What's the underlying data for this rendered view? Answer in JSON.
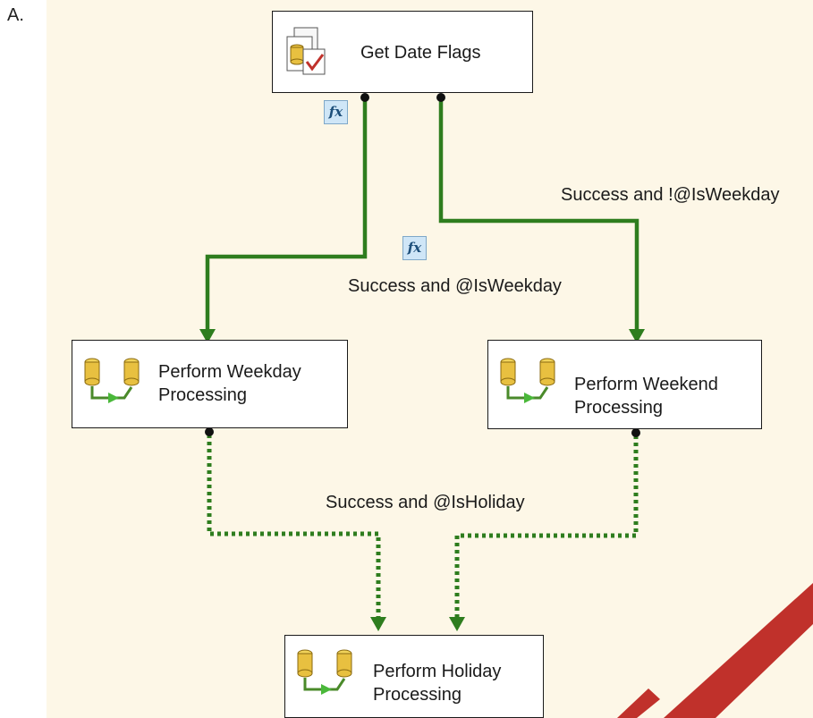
{
  "corner_label": "A.",
  "colors": {
    "canvas": "#fdf7e7",
    "connector": "#2e7d1e",
    "task_border": "#1a1a1a",
    "watermark": "#c0312b"
  },
  "tasks": {
    "get_date_flags": {
      "label": "Get Date Flags",
      "icon": "script-task-icon"
    },
    "weekday": {
      "label": "Perform Weekday\nProcessing",
      "icon": "data-flow-task-icon"
    },
    "weekend": {
      "label": "Perform Weekend\nProcessing",
      "icon": "data-flow-task-icon"
    },
    "holiday": {
      "label": "Perform Holiday\nProcessing",
      "icon": "data-flow-task-icon"
    }
  },
  "constraints": {
    "weekday": {
      "label": "Success and @IsWeekday",
      "style": "solid",
      "expression": true
    },
    "weekend": {
      "label": "Success and !@IsWeekday",
      "style": "solid",
      "expression": false
    },
    "holiday": {
      "label": "Success and @IsHoliday",
      "style": "dotted",
      "expression": false
    }
  },
  "fx_symbol": "fx"
}
